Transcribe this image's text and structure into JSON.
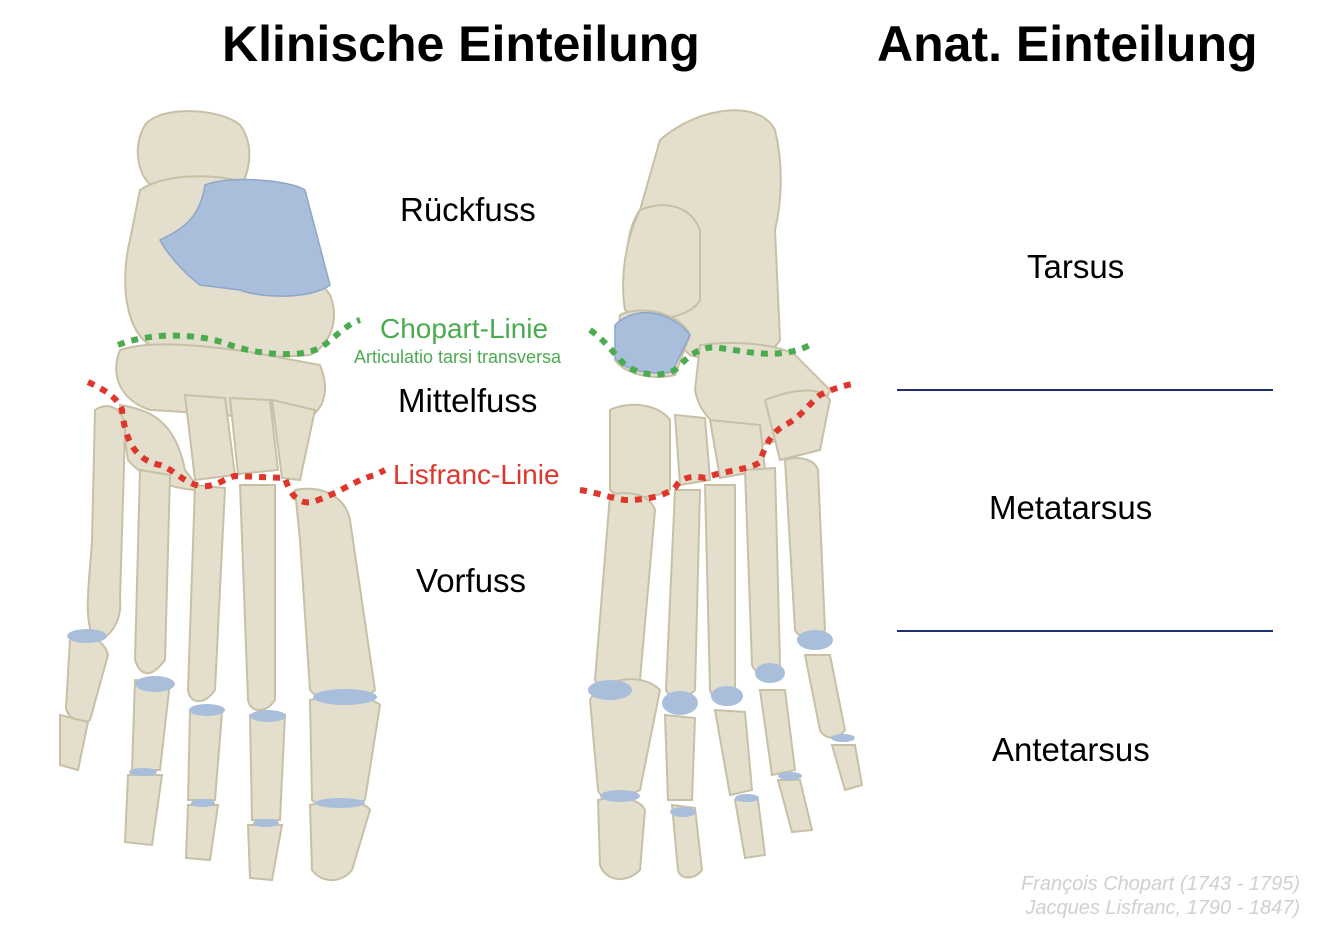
{
  "titles": {
    "clinical": "Klinische Einteilung",
    "anatomical": "Anat. Einteilung"
  },
  "clinical_regions": {
    "hindfoot": "Rückfuss",
    "midfoot": "Mittelfuss",
    "forefoot": "Vorfuss"
  },
  "lines": {
    "chopart_label": "Chopart-Linie",
    "chopart_sublabel": "Articulatio tarsi transversa",
    "lisfranc_label": "Lisfranc-Linie"
  },
  "anatomical_regions": {
    "tarsus": "Tarsus",
    "metatarsus": "Metatarsus",
    "antetarsus": "Antetarsus"
  },
  "credits": {
    "line1": "François Chopart (1743 - 1795)",
    "line2": "Jacques Lisfranc, 1790 - 1847)"
  },
  "colors": {
    "chopart": "#4aab4f",
    "lisfranc": "#e0352b",
    "bone": "#e4dfcd",
    "cartilage": "#a9bedb",
    "divider": "#1f2f6e"
  }
}
